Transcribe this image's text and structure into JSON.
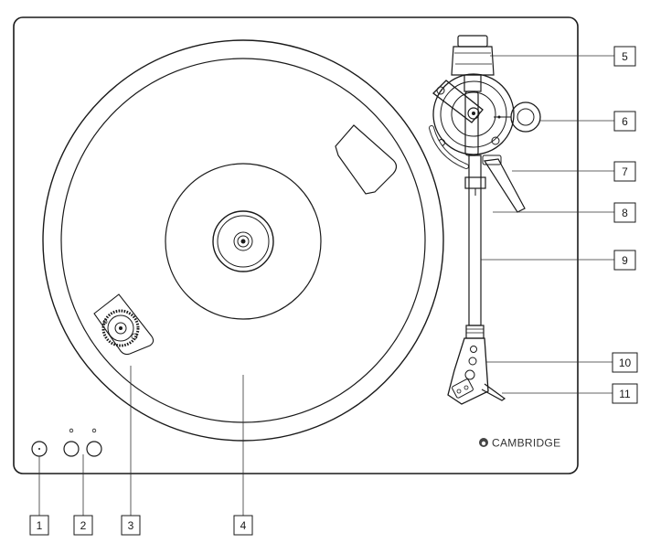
{
  "brand": {
    "name": "CAMBRIDGE"
  },
  "callouts": [
    "1",
    "2",
    "3",
    "4",
    "5",
    "6",
    "7",
    "8",
    "9",
    "10",
    "11"
  ]
}
